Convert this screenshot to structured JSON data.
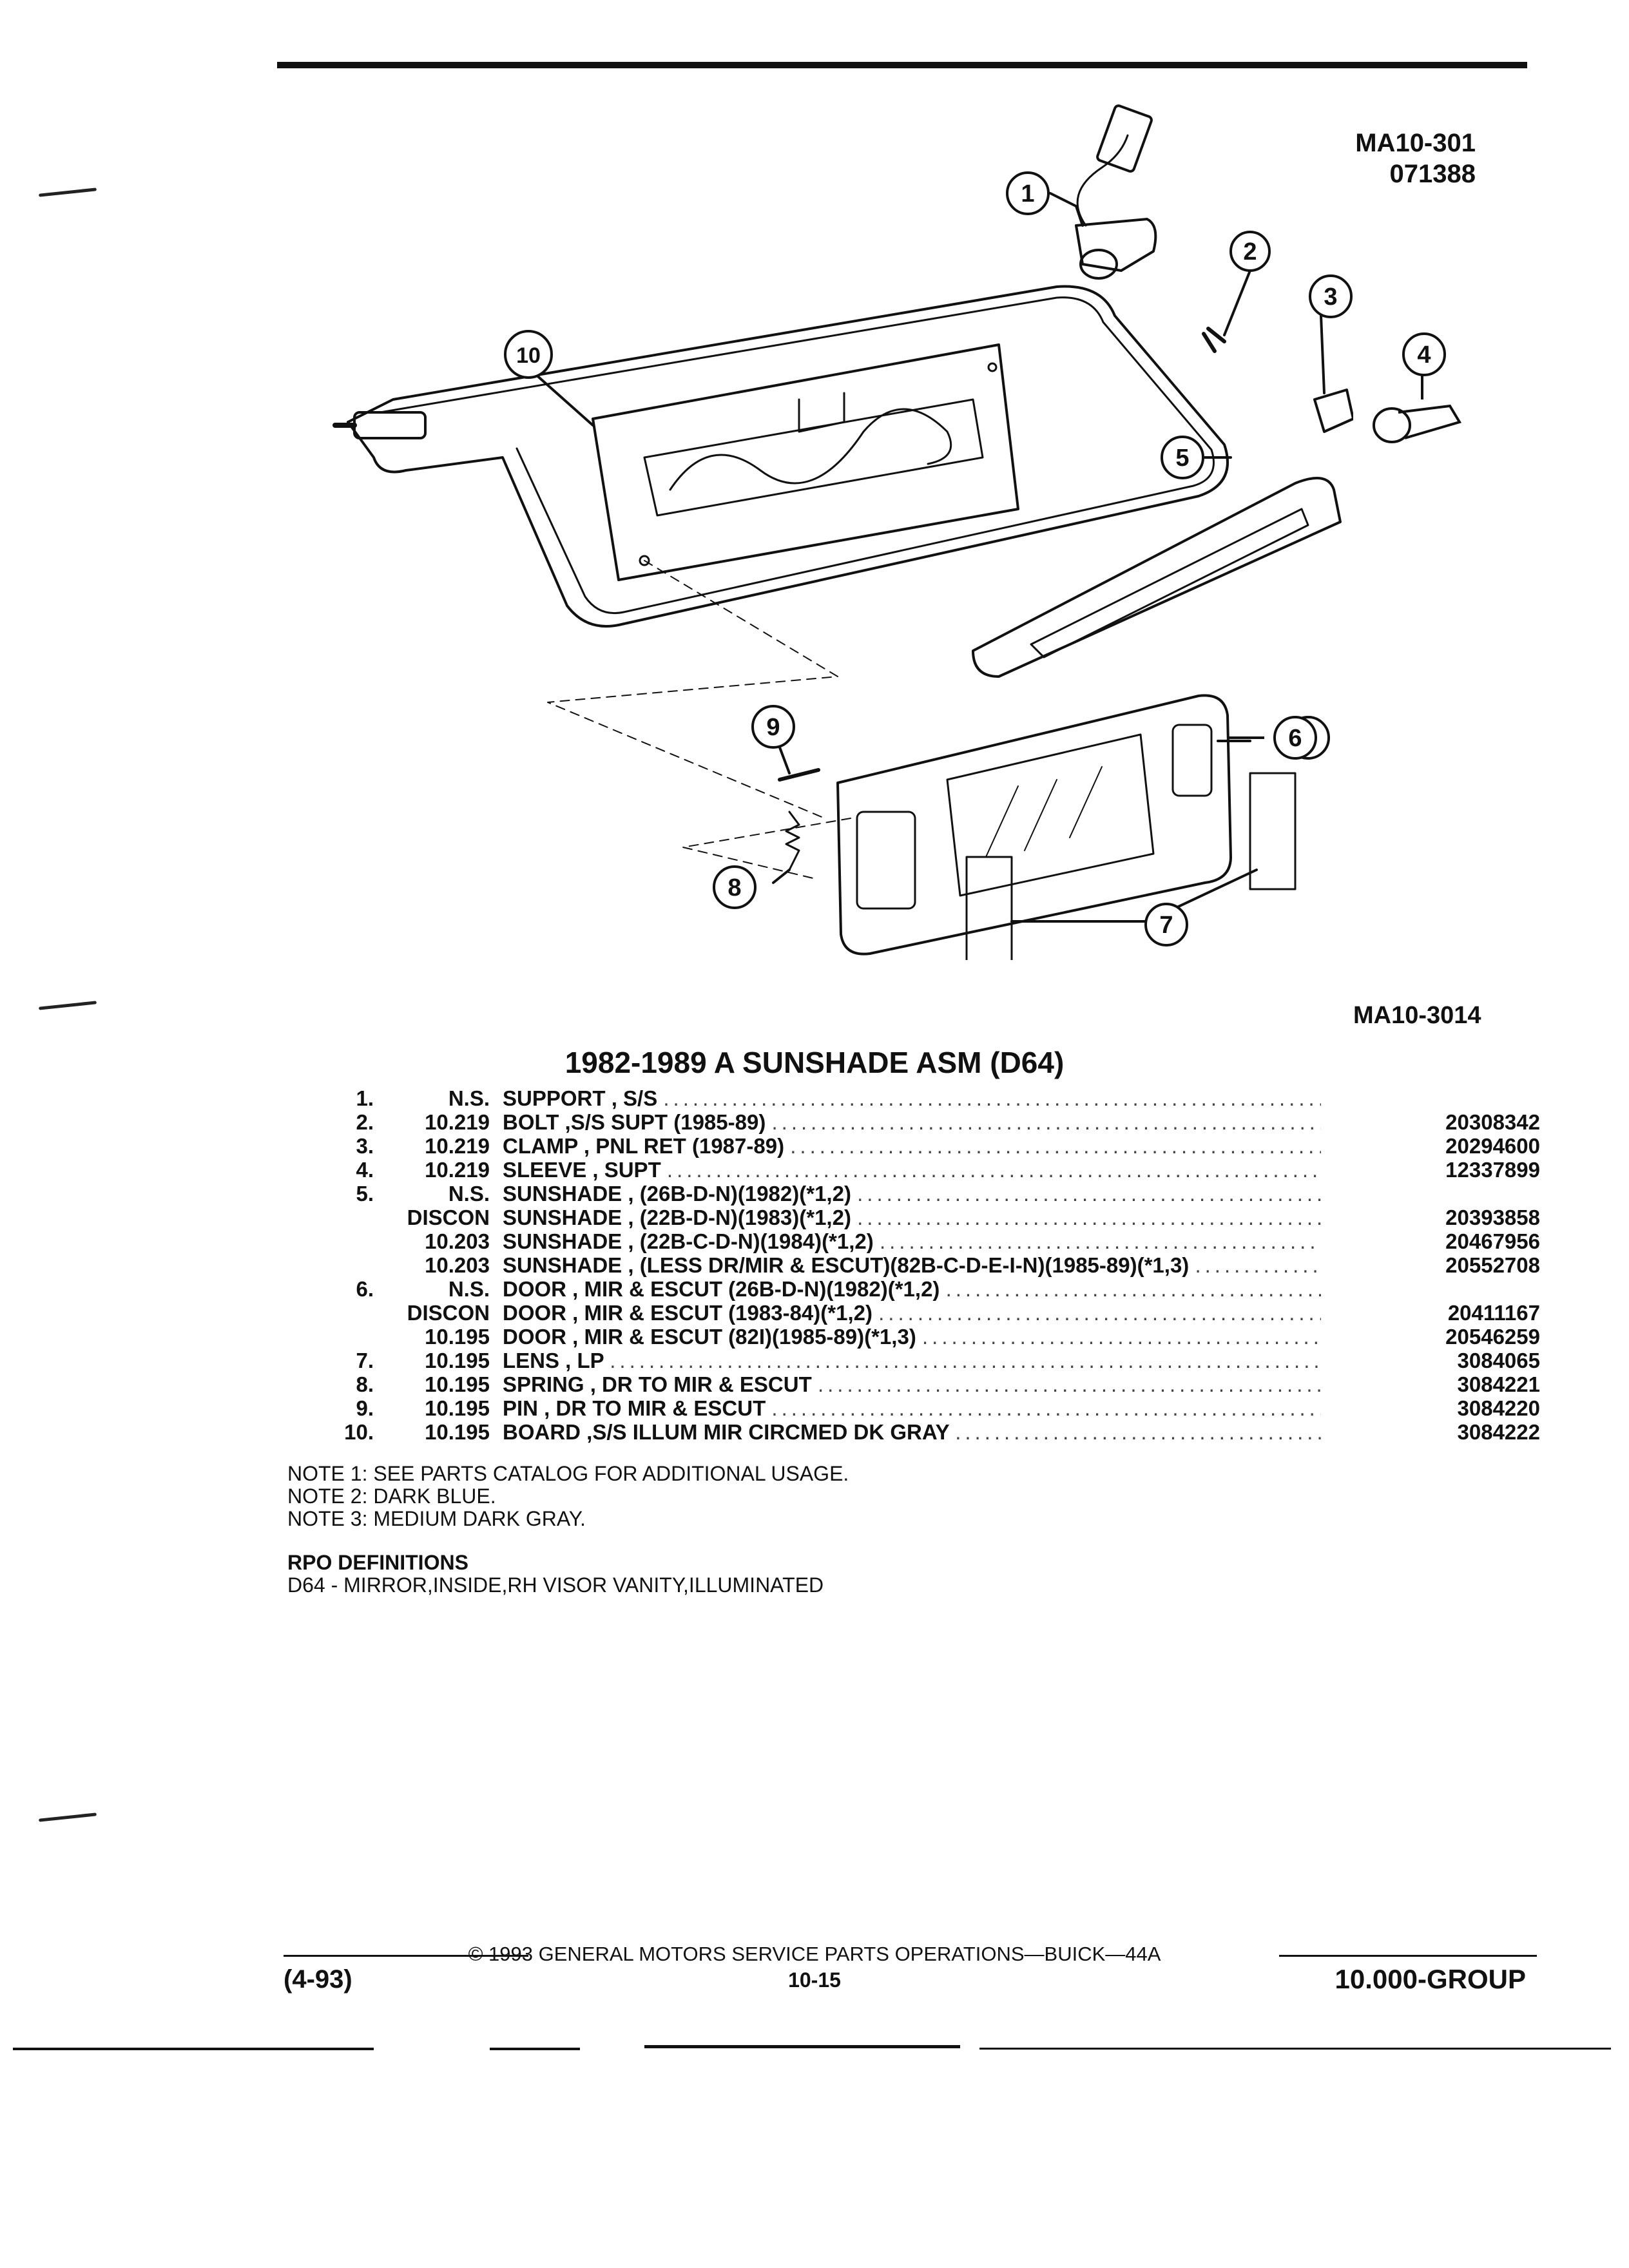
{
  "header": {
    "code_primary": "MA10-301",
    "code_secondary": "071388"
  },
  "figure": {
    "code": "MA10-3014",
    "callouts": [
      "1",
      "2",
      "3",
      "4",
      "5",
      "6",
      "7",
      "8",
      "9",
      "10"
    ]
  },
  "title": "1982-1989 A SUNSHADE ASM (D64)",
  "parts": [
    {
      "num": "1.",
      "group": "N.S.",
      "desc": "SUPPORT , S/S",
      "part": ""
    },
    {
      "num": "2.",
      "group": "10.219",
      "desc": "BOLT ,S/S SUPT (1985-89)",
      "part": "20308342"
    },
    {
      "num": "3.",
      "group": "10.219",
      "desc": "CLAMP , PNL RET (1987-89)",
      "part": "20294600"
    },
    {
      "num": "4.",
      "group": "10.219",
      "desc": "SLEEVE , SUPT",
      "part": "12337899"
    },
    {
      "num": "5.",
      "group": "N.S.",
      "desc": "SUNSHADE , (26B-D-N)(1982)(*1,2)",
      "part": ""
    },
    {
      "num": "",
      "group": "DISCON",
      "desc": "SUNSHADE , (22B-D-N)(1983)(*1,2)",
      "part": "20393858"
    },
    {
      "num": "",
      "group": "10.203",
      "desc": "SUNSHADE , (22B-C-D-N)(1984)(*1,2)",
      "part": "20467956"
    },
    {
      "num": "",
      "group": "10.203",
      "desc": "SUNSHADE , (LESS DR/MIR & ESCUT)(82B-C-D-E-I-N)(1985-89)(*1,3)",
      "part": "20552708"
    },
    {
      "num": "6.",
      "group": "N.S.",
      "desc": "DOOR , MIR & ESCUT (26B-D-N)(1982)(*1,2)",
      "part": ""
    },
    {
      "num": "",
      "group": "DISCON",
      "desc": "DOOR , MIR & ESCUT (1983-84)(*1,2)",
      "part": "20411167"
    },
    {
      "num": "",
      "group": "10.195",
      "desc": "DOOR , MIR & ESCUT (82I)(1985-89)(*1,3)",
      "part": "20546259"
    },
    {
      "num": "7.",
      "group": "10.195",
      "desc": "LENS , LP",
      "part": "3084065"
    },
    {
      "num": "8.",
      "group": "10.195",
      "desc": "SPRING , DR TO MIR & ESCUT",
      "part": "3084221"
    },
    {
      "num": "9.",
      "group": "10.195",
      "desc": "PIN , DR TO MIR & ESCUT",
      "part": "3084220"
    },
    {
      "num": "10.",
      "group": "10.195",
      "desc": "BOARD ,S/S ILLUM MIR CIRCMED DK GRAY",
      "part": "3084222"
    }
  ],
  "notes": [
    "NOTE  1:  SEE PARTS CATALOG FOR ADDITIONAL USAGE.",
    "NOTE  2:  DARK BLUE.",
    "NOTE  3:  MEDIUM DARK GRAY."
  ],
  "rpo": {
    "heading": "RPO DEFINITIONS",
    "definition": "D64 - MIRROR,INSIDE,RH VISOR VANITY,ILLUMINATED"
  },
  "footer": {
    "copyright": "©  1993  GENERAL MOTORS SERVICE PARTS OPERATIONS—BUICK—44A",
    "date": "(4-93)",
    "page": "10-15",
    "group": "10.000-GROUP"
  }
}
